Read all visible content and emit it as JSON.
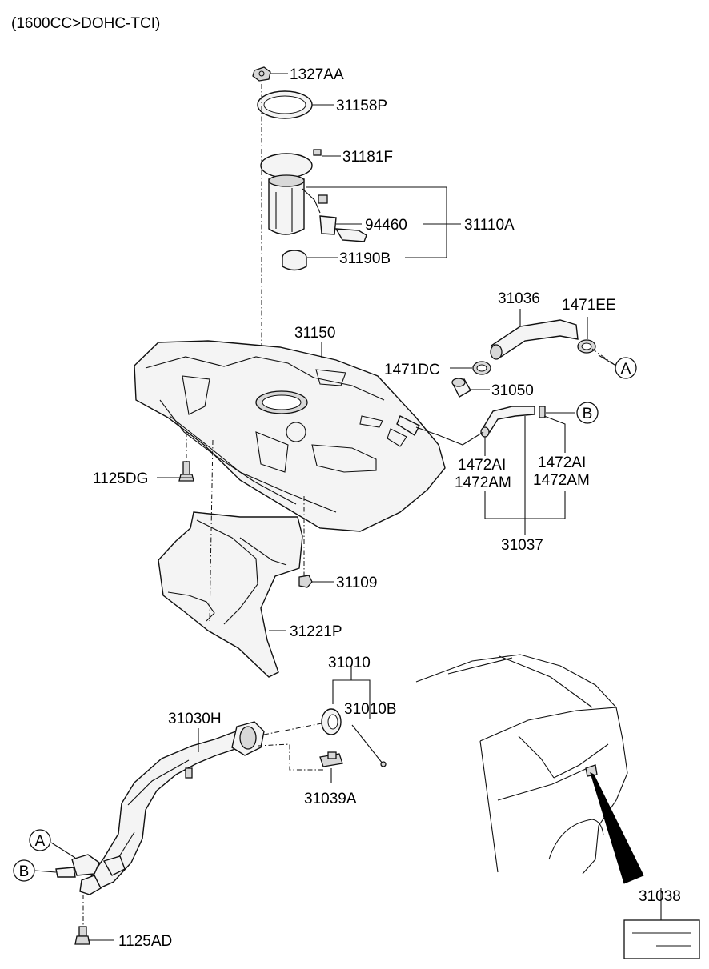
{
  "header": {
    "engine_variant": "(1600CC>DOHC-TCI)"
  },
  "labels": {
    "p1327AA": "1327AA",
    "p31158P": "31158P",
    "p31181F": "31181F",
    "p94460": "94460",
    "p31110A": "31110A",
    "p31190B": "31190B",
    "p31036": "31036",
    "p1471EE": "1471EE",
    "p31150": "31150",
    "p1471DC": "1471DC",
    "p31050": "31050",
    "p1472AI_left": "1472AI",
    "p1472AM_left": "1472AM",
    "p1472AI_right": "1472AI",
    "p1472AM_right": "1472AM",
    "p31037": "31037",
    "p1125DG": "1125DG",
    "p31109": "31109",
    "p31221P": "31221P",
    "p31010": "31010",
    "p31010B": "31010B",
    "p31030H": "31030H",
    "p31039A": "31039A",
    "p1125AD": "1125AD",
    "p31038": "31038"
  },
  "callouts": {
    "a": "A",
    "b": "B"
  }
}
